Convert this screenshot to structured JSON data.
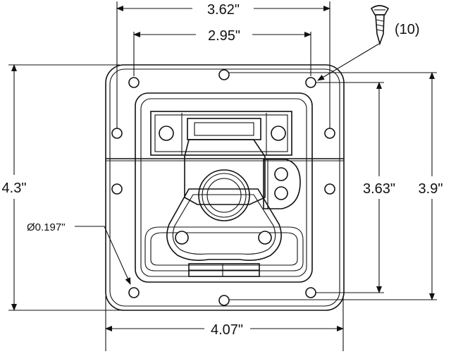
{
  "dimensions": {
    "overall_top_width": "3.62\"",
    "hole_spacing_width": "2.95\"",
    "overall_height": "4.3\"",
    "inner_height": "3.63\"",
    "outer_right_height": "3.9\"",
    "hole_diameter": "Ø0.197\"",
    "flange_width": "4.07\""
  },
  "callouts": {
    "screw_count": "(10)"
  }
}
